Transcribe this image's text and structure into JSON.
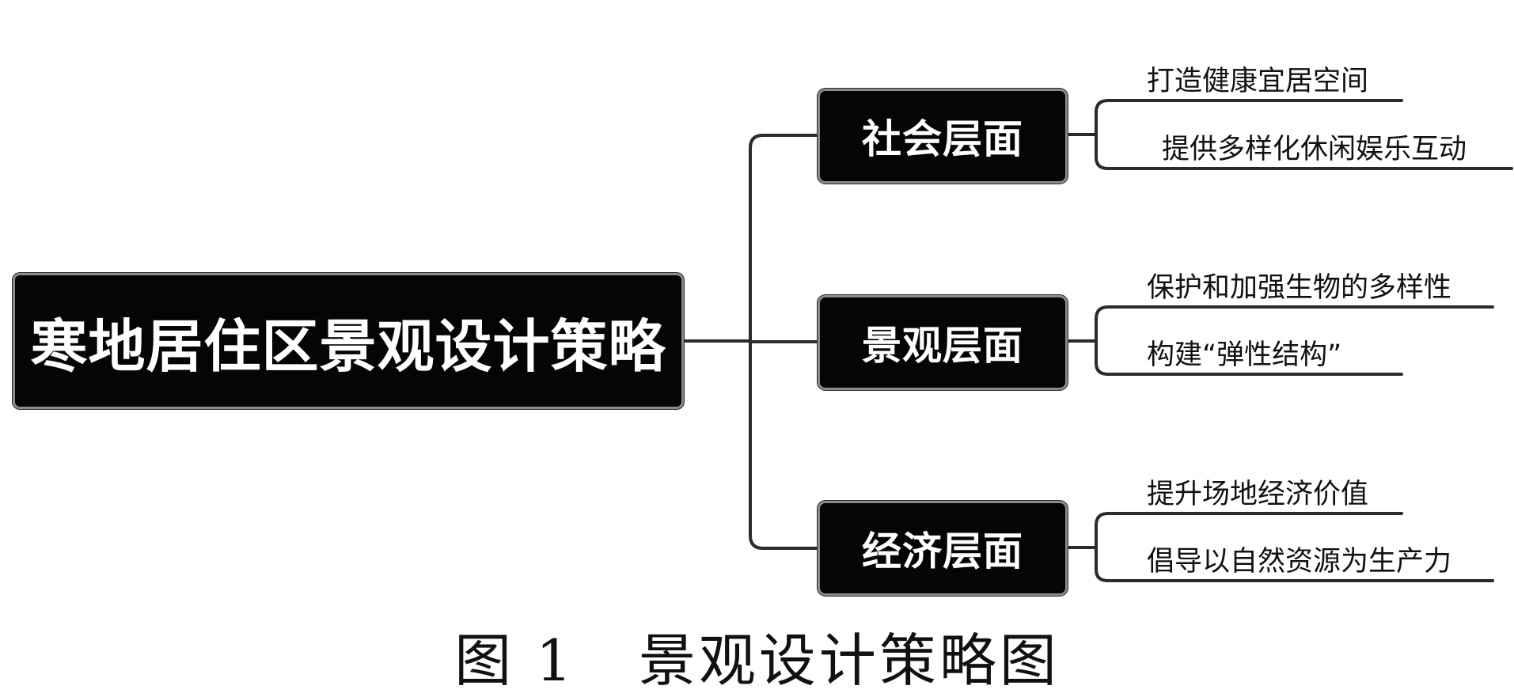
{
  "root": {
    "label": "寒地居住区景观设计策略"
  },
  "branches": [
    {
      "label": "社会层面",
      "items": [
        "打造健康宜居空间",
        "提供多样化休闲娱乐互动"
      ]
    },
    {
      "label": "景观层面",
      "items": [
        "保护和加强生物的多样性",
        "构建“弹性结构”"
      ]
    },
    {
      "label": "经济层面",
      "items": [
        "提升场地经济价值",
        "倡导以自然资源为生产力"
      ]
    }
  ],
  "caption": {
    "figure_label": "图 1",
    "title": "景观设计策略图"
  },
  "colors": {
    "node_fill": "#050505",
    "node_text": "#ffffff",
    "connector": "#2b2b2b",
    "text": "#111111"
  }
}
